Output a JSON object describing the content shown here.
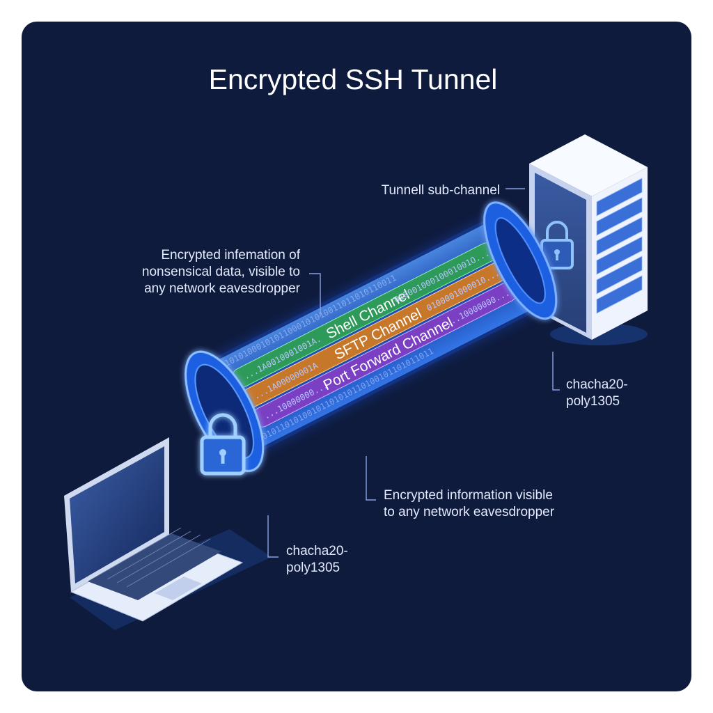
{
  "title": "Encrypted SSH Tunnel",
  "labels": {
    "sub_channel": "Tunnell sub-channel",
    "encrypted_left": [
      "Encrypted infemation of",
      "nonsensical data, visible to",
      "any network eavesdropper"
    ],
    "encrypted_bottom": [
      "Encrypted information visible",
      "to any network eavesdropper"
    ],
    "cipher_right": [
      "chacha20-",
      "poly1305"
    ],
    "cipher_left": [
      "chacha20-",
      "poly1305"
    ]
  },
  "channels": [
    {
      "name": "Shell Channel",
      "bits_start": "...1A0010001001A.",
      "bits_end": "01000100010001001O...",
      "color": "#2e9a5a"
    },
    {
      "name": "SFTP Channel",
      "bits_start": "...1A00000001A",
      "bits_end": "0100001000010...",
      "color": "#c7772a"
    },
    {
      "name": "Port Forward Channel",
      "bits_start": "...10000000...",
      "bits_end": "...10000000...",
      "color": "#7a3fc2"
    }
  ],
  "colors": {
    "background": "#0f1b3d",
    "tunnel_glow": "#2f7bff",
    "tunnel_ring": "#1c5fe0",
    "server": "#e8eefc",
    "laptop": "#dfe8f8"
  },
  "icons": {
    "tunnel_left_end": "padlock-icon",
    "server_front": "padlock-icon",
    "laptop": "laptop-icon",
    "server": "server-rack-icon"
  }
}
